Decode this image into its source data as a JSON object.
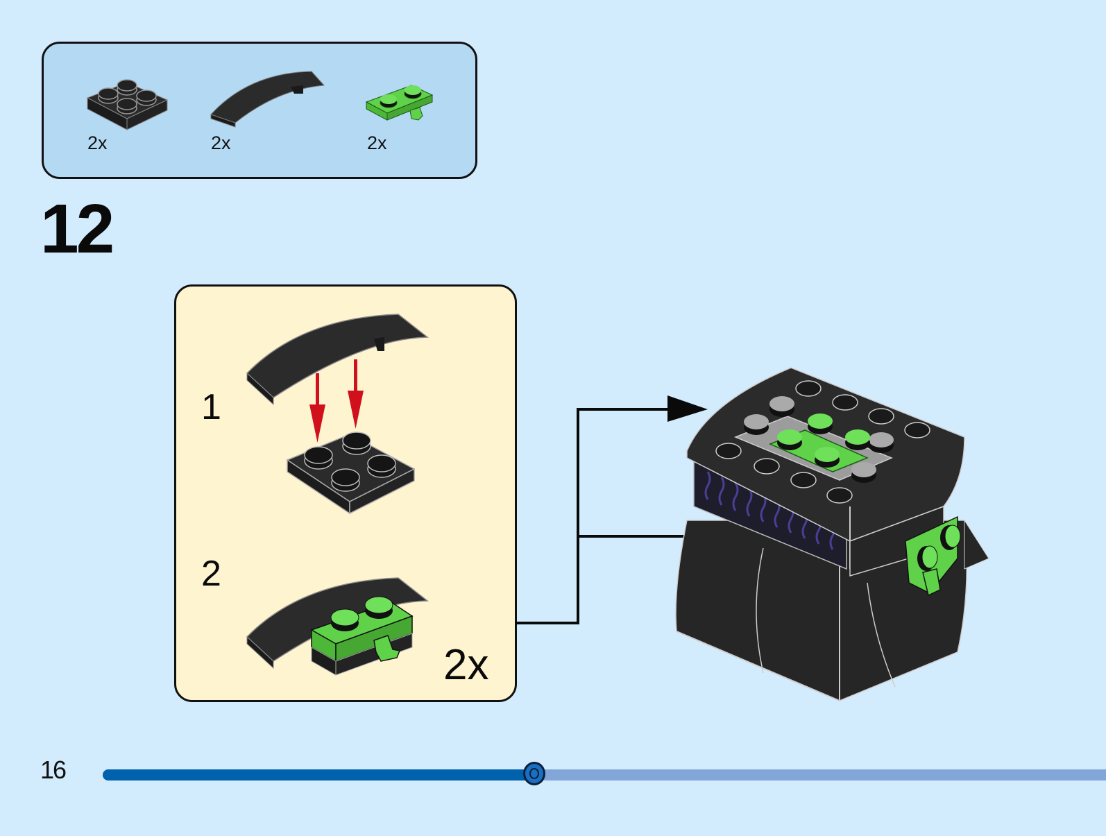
{
  "page": {
    "number": "16",
    "step_number": "12",
    "progress_percent": 43,
    "colors": {
      "background": "#d3ecfd",
      "parts_box": "#b3d9f3",
      "submodel_box": "#fff4d0",
      "progress_fill": "#0061ad",
      "progress_track": "#82a6d8",
      "brick_black": "#2b2b2b",
      "brick_green": "#5fd24a",
      "brick_gray": "#9c9c9c",
      "arrow_red": "#d0101c"
    }
  },
  "parts_list": [
    {
      "name": "plate 2x2 black",
      "icon": "plate-2x2-black-icon",
      "quantity": "2x"
    },
    {
      "name": "curved slope black",
      "icon": "curved-slope-black-icon",
      "quantity": "2x"
    },
    {
      "name": "plate with clip green",
      "icon": "plate-clip-green-icon",
      "quantity": "2x"
    }
  ],
  "submodel": {
    "substeps": [
      {
        "label": "1",
        "description": "Attach curved slope onto 2x2 plate"
      },
      {
        "label": "2",
        "description": "Attach green plate with clip"
      }
    ],
    "multiplier": "2x"
  }
}
